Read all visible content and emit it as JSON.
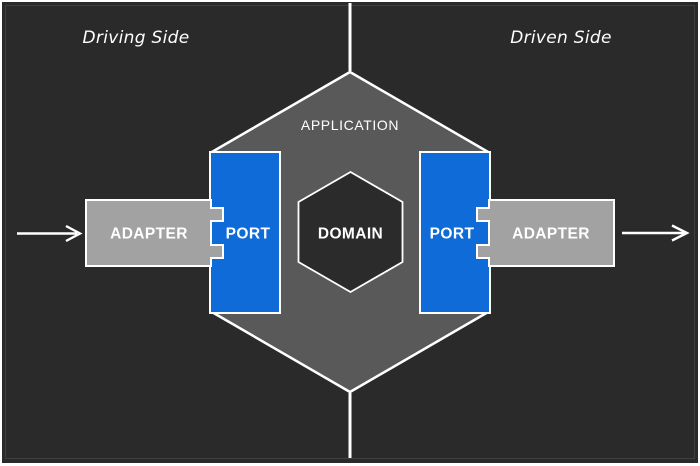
{
  "canvas": {
    "background": "#2a2a2a",
    "outer_border": "#ffffff",
    "frame_line": "#3f3f3f",
    "line_color": "#ffffff"
  },
  "side_labels": {
    "left": "Driving Side",
    "right": "Driven Side"
  },
  "application": {
    "label": "APPLICATION",
    "fill": "#595959"
  },
  "domain": {
    "label": "DOMAIN",
    "fill": "#2b2b2b"
  },
  "ports": {
    "fill": "#0e6bd7",
    "left": {
      "label": "PORT"
    },
    "right": {
      "label": "PORT"
    }
  },
  "adapters": {
    "fill": "#a2a2a2",
    "left": {
      "label": "ADAPTER"
    },
    "right": {
      "label": "ADAPTER"
    }
  }
}
